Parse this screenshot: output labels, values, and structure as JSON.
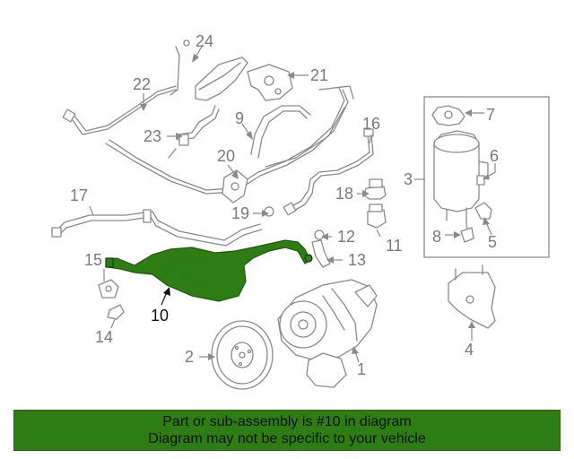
{
  "diagram": {
    "highlight_color": "#2e7d14",
    "highlighted_part": "10",
    "callouts": [
      "1",
      "2",
      "3",
      "4",
      "5",
      "6",
      "7",
      "8",
      "9",
      "10",
      "11",
      "12",
      "13",
      "14",
      "15",
      "16",
      "17",
      "18",
      "19",
      "20",
      "21",
      "22",
      "23",
      "24"
    ]
  },
  "footer": {
    "line1": "Part or sub-assembly is #10 in diagram",
    "line2": "Diagram may not be specific to your vehicle",
    "background": "#2e7d14"
  }
}
